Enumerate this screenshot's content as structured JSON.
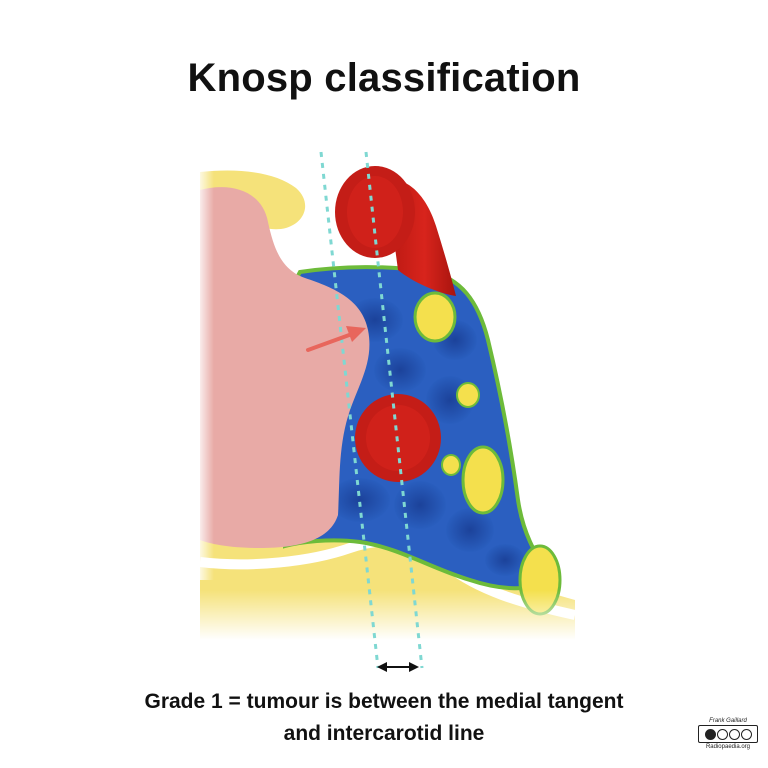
{
  "title": "Knosp classification",
  "caption": {
    "line1": "Grade 1 = tumour is between the medial tangent",
    "line2": "and intercarotid line"
  },
  "credit": {
    "author": "Frank Gaillard",
    "site": "Radiopaedia.org",
    "license_icon": "creative-commons-by-nc-sa-icon"
  },
  "colors": {
    "tumour": "#e8aaa6",
    "carotid": "#cc1f1a",
    "cavernous_sinus": "#1e4fa8",
    "nerves": "#f4e04d",
    "dura": "#6dbb3a",
    "bone": "#f5e27a",
    "guide_line": "#7fd8d2",
    "arrow": "#e8665c"
  },
  "icons": {
    "pointer_arrow": "arrow-icon",
    "measure_arrow": "double-arrow-icon"
  }
}
